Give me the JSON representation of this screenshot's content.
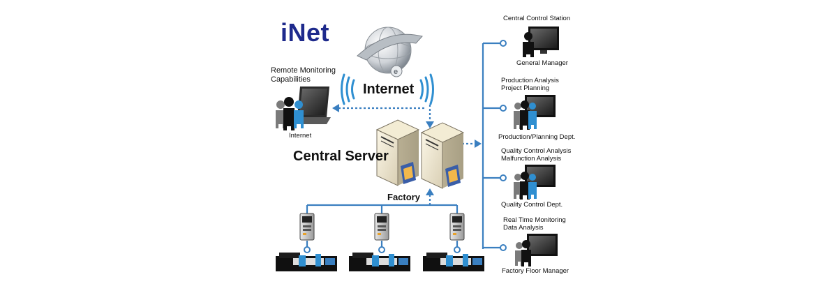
{
  "title": "iNet",
  "internet": {
    "label": "Internet"
  },
  "remote": {
    "heading_line1": "Remote Monitoring",
    "heading_line2": "Capabilities",
    "caption": "Internet"
  },
  "server": {
    "label": "Central Server"
  },
  "factory": {
    "label": "Factory"
  },
  "stations": [
    {
      "header1": "Central Control Station",
      "header2": "",
      "caption": "General Manager"
    },
    {
      "header1": "Production Analysis",
      "header2": "Project Planning",
      "caption": "Production/Planning Dept."
    },
    {
      "header1": "Quality Control Analysis",
      "header2": "Malfunction Analysis",
      "caption": "Quality Control Dept."
    },
    {
      "header1": "Real Time Monitoring",
      "header2": "Data Analysis",
      "caption": "Factory Floor Manager"
    }
  ],
  "colors": {
    "title": "#1e2a8c",
    "link": "#2f8fd1",
    "line": "#3a7fc0"
  },
  "icons": [
    "globe-icon",
    "laptop-icon",
    "server-icon",
    "monitor-icon",
    "person-icon",
    "controller-icon",
    "machine-icon"
  ]
}
